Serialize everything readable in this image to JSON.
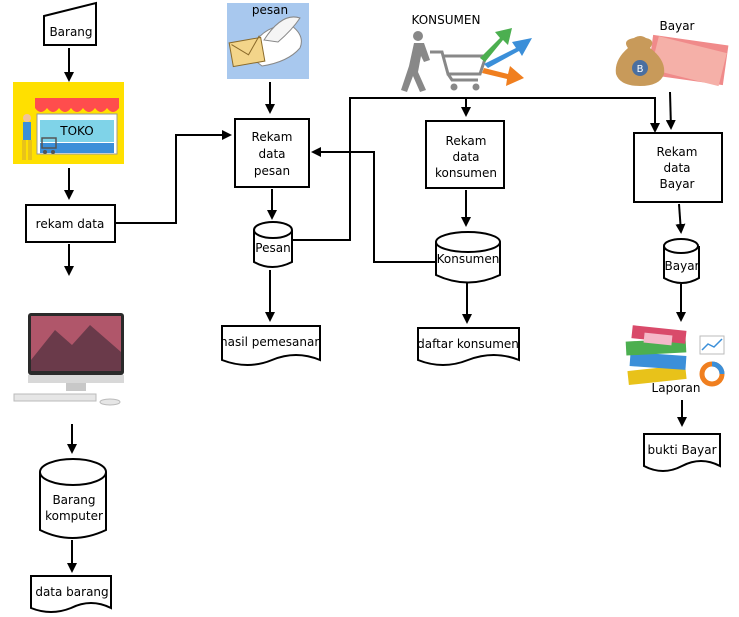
{
  "nodes": {
    "barang": "Barang",
    "toko": "TOKO",
    "rekam_data": "rekam data",
    "barang_komputer_1": "Barang",
    "barang_komputer_2": "komputer",
    "data_barang": "data barang",
    "pesan_image": "pesan",
    "rekam_pesan_1": "Rekam",
    "rekam_pesan_2": "data",
    "rekam_pesan_3": "pesan",
    "pesan_db": "Pesan",
    "hasil_pemesanan": "hasil pemesanan",
    "konsumen_image": "KONSUMEN",
    "rekam_konsumen_1": "Rekam",
    "rekam_konsumen_2": "data",
    "rekam_konsumen_3": "konsumen",
    "konsumen_db": "Konsumen",
    "daftar_konsumen": "daftar konsumen",
    "bayar_image": "Bayar",
    "rekam_bayar_1": "Rekam",
    "rekam_bayar_2": "data",
    "rekam_bayar_3": "Bayar",
    "bayar_db": "Bayar",
    "laporan": "Laporan",
    "bukti_bayar": "bukti Bayar"
  },
  "colors": {
    "toko_awning": "#ff4d4d",
    "toko_bg": "#ffe000",
    "toko_sign": "#7fd3e8",
    "arrow_green": "#4caf50",
    "arrow_blue": "#3b8fd9",
    "arrow_orange": "#f07f1f",
    "money_bag": "#c89a5a",
    "money_note": "#f08a8a"
  },
  "icons": [
    "shop-icon",
    "dove-letter-icon",
    "shopping-cart-person-icon",
    "money-bag-icon",
    "computer-icon",
    "books-chart-icon"
  ]
}
